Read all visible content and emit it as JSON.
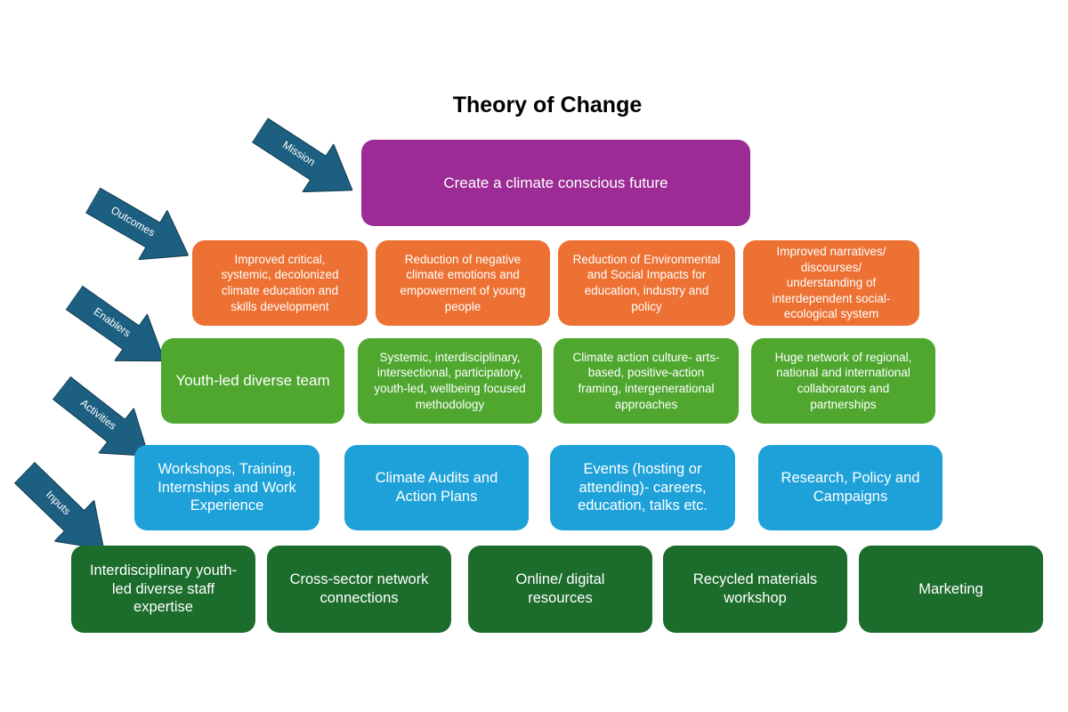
{
  "title": "Theory of Change",
  "arrows": {
    "mission": "Mission",
    "outcomes": "Outcomes",
    "enablers": "Enablers",
    "activities": "Activities",
    "inputs": "Inputs"
  },
  "mission": "Create a climate conscious future",
  "outcomes": [
    "Improved critical, systemic, decolonized climate education and skills development",
    "Reduction of negative climate emotions and empowerment of young people",
    "Reduction of Environmental and Social Impacts for education, industry and policy",
    "Improved narratives/ discourses/ understanding of interdependent social-ecological system"
  ],
  "enablers": [
    "Youth-led diverse team",
    "Systemic, interdisciplinary, intersectional, participatory, youth-led, wellbeing focused methodology",
    "Climate action culture- arts-based, positive-action framing, intergenerational approaches",
    "Huge network of regional, national and international collaborators and partnerships"
  ],
  "activities": [
    "Workshops, Training, Internships and Work Experience",
    "Climate Audits and Action Plans",
    "Events (hosting or attending)- careers, education, talks etc.",
    "Research, Policy and Campaigns"
  ],
  "inputs": [
    "Interdisciplinary youth-led diverse staff expertise",
    "Cross-sector network connections",
    "Online/ digital resources",
    "Recycled materials workshop",
    "Marketing"
  ],
  "colors": {
    "arrow": "#1d5f80",
    "mission": "#9c2b95",
    "outcomes": "#ec7133",
    "enablers": "#4fa72f",
    "activities": "#1ea1d9",
    "inputs": "#1c6c2c"
  }
}
